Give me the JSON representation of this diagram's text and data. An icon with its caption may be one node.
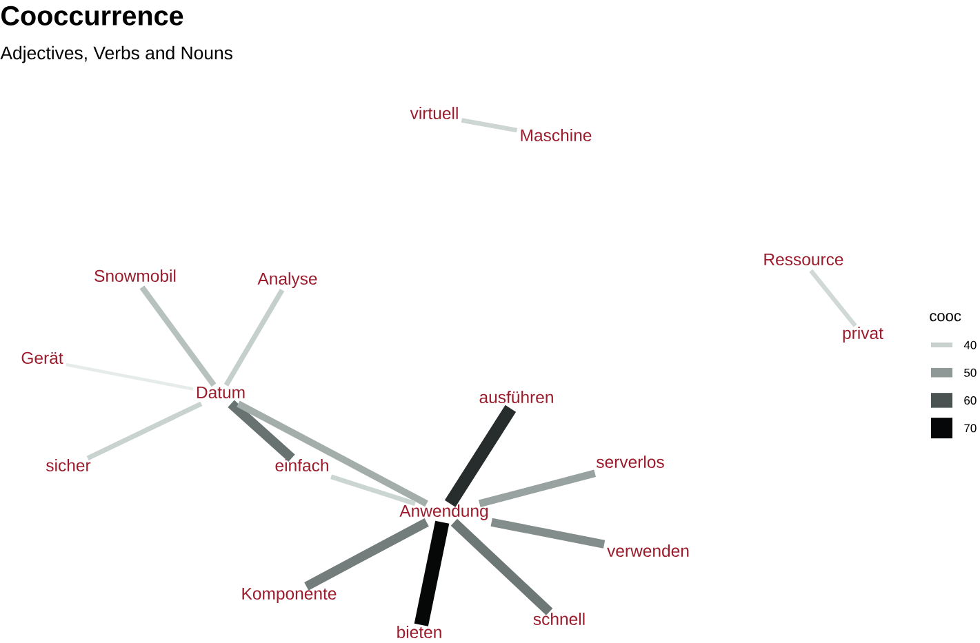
{
  "diagram": {
    "title": "Cooccurrence",
    "nodes": [
      {
        "text": [
          "virtuell"
        ]
      },
      {
        "text": [
          "Maschine"
        ]
      },
      {
        "text": [
          "Ressource"
        ]
      },
      {
        "text": [
          "Snowmobil"
        ]
      },
      {
        "text": [
          "Analyse"
        ]
      },
      {
        "text": [
          "privat"
        ]
      },
      {
        "text": [
          "Gerät"
        ]
      },
      {
        "text": [
          "Datum"
        ]
      },
      {
        "text": [
          "ausführen"
        ]
      },
      {
        "text": [
          "serverlos"
        ]
      },
      {
        "text": [
          "sicher"
        ]
      },
      {
        "text": [
          "einfach"
        ]
      },
      {
        "text": [
          "Anwendung"
        ]
      },
      {
        "text": [
          "verwenden"
        ]
      },
      {
        "text": [
          "Komponente"
        ]
      },
      {
        "text": [
          "schnell"
        ]
      },
      {
        "text": [
          "bieten"
        ]
      }
    ],
    "edges": [
      {
        "from": 0,
        "to": 1,
        "arrow": "none",
        "color": "#cdd6d3"
      },
      {
        "from": 2,
        "to": 5,
        "arrow": "none",
        "color": "#d0d9d6"
      },
      {
        "from": 3,
        "to": 7,
        "arrow": "none",
        "color": "#b7c2bf"
      },
      {
        "from": 4,
        "to": 7,
        "arrow": "none",
        "color": "#c5cfcc"
      },
      {
        "from": 6,
        "to": 7,
        "arrow": "none",
        "color": "#e6ecea"
      },
      {
        "from": 10,
        "to": 7,
        "arrow": "none",
        "color": "#c8d2cf"
      },
      {
        "from": 7,
        "to": 11,
        "arrow": "none",
        "color": "#687371"
      },
      {
        "from": 7,
        "to": 12,
        "arrow": "none",
        "color": "#a3adaa"
      },
      {
        "from": 11,
        "to": 12,
        "arrow": "none",
        "color": "#cbd5d2"
      },
      {
        "from": 8,
        "to": 12,
        "arrow": "none",
        "style": "thick",
        "color": "#272d2d"
      },
      {
        "from": 9,
        "to": 12,
        "arrow": "none",
        "color": "#98a2a0"
      },
      {
        "from": 13,
        "to": 12,
        "arrow": "none",
        "color": "#838d8b"
      },
      {
        "from": 14,
        "to": 12,
        "arrow": "none",
        "color": "#737d7b"
      },
      {
        "from": 15,
        "to": 12,
        "arrow": "none",
        "color": "#6d7775"
      },
      {
        "from": 16,
        "to": 12,
        "arrow": "none",
        "style": "thick",
        "color": "#060808"
      }
    ],
    "labels": [
      "Adjectives, Verbs and Nouns",
      "cooc"
    ],
    "legend": [
      {
        "text": "40",
        "color": "#c8d1ce"
      },
      {
        "text": "50",
        "color": "#8f9896"
      },
      {
        "text": "60",
        "color": "#4a5352"
      },
      {
        "text": "70",
        "color": "#050708"
      }
    ]
  }
}
